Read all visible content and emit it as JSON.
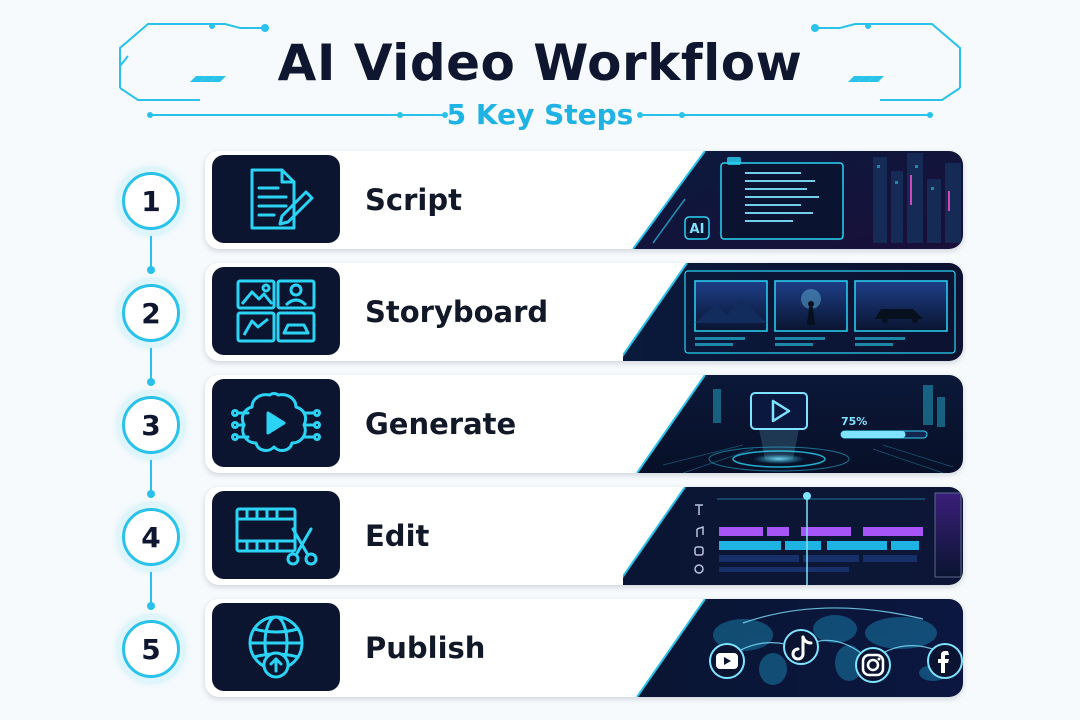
{
  "header": {
    "title": "AI Video Workflow",
    "subtitle": "5 Key Steps"
  },
  "steps": [
    {
      "number": "1",
      "label": "Script",
      "icon": "document-pen-icon",
      "badge": "AI"
    },
    {
      "number": "2",
      "label": "Storyboard",
      "icon": "storyboard-grid-icon"
    },
    {
      "number": "3",
      "label": "Generate",
      "icon": "brain-play-icon",
      "progress_text": "75%",
      "progress": 0.75
    },
    {
      "number": "4",
      "label": "Edit",
      "icon": "film-scissors-icon"
    },
    {
      "number": "5",
      "label": "Publish",
      "icon": "globe-upload-icon",
      "platforms": [
        "youtube-icon",
        "tiktok-icon",
        "instagram-icon",
        "facebook-icon"
      ]
    }
  ],
  "colors": {
    "accent": "#28c2ea",
    "dark": "#0c1530",
    "text": "#111827",
    "subtitle": "#1fb3e3",
    "neon_purple": "#a855f7"
  }
}
